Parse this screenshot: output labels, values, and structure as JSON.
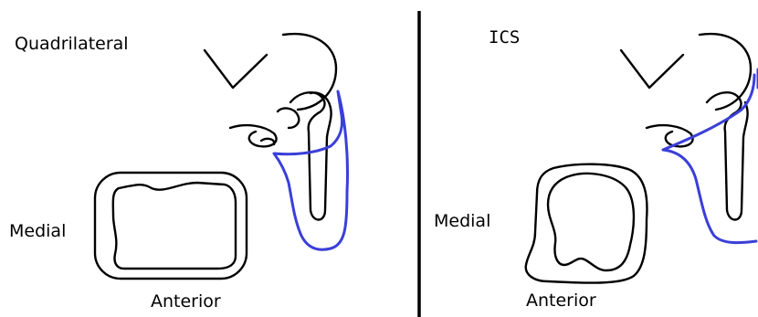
{
  "panels": [
    {
      "title": "Quadrilateral",
      "medial_label": "Medial",
      "anterior_label": "Anterior"
    },
    {
      "title": "ICS",
      "medial_label": "Medial",
      "anterior_label": "Anterior"
    }
  ],
  "colors": {
    "outline": "#000000",
    "socket": "#3a3fd8",
    "background": "#ffffff"
  }
}
